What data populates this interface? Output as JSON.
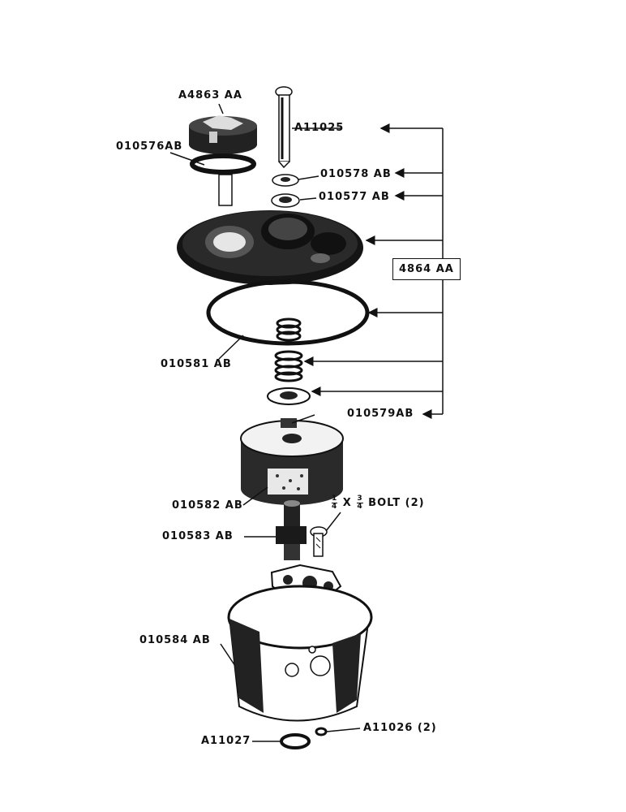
{
  "labels": {
    "a4863aa": "A4863 AA",
    "a11025": "A11025",
    "p010576ab": "010576AB",
    "p010578ab": "010578 AB",
    "p010577ab": "010577 AB",
    "p4864aa": "4864 AA",
    "p010581ab": "010581 AB",
    "p010579ab": "010579AB",
    "p010582ab": "010582 AB",
    "bolt_n1": "1",
    "bolt_d1": "4",
    "bolt_x": "X",
    "bolt_n2": "3",
    "bolt_d2": "4",
    "bolt_text": "BOLT (2)",
    "p010583ab": "010583 AB",
    "p010584ab": "010584 AB",
    "a11027": "A11027",
    "a11026": "A11026 (2)"
  }
}
